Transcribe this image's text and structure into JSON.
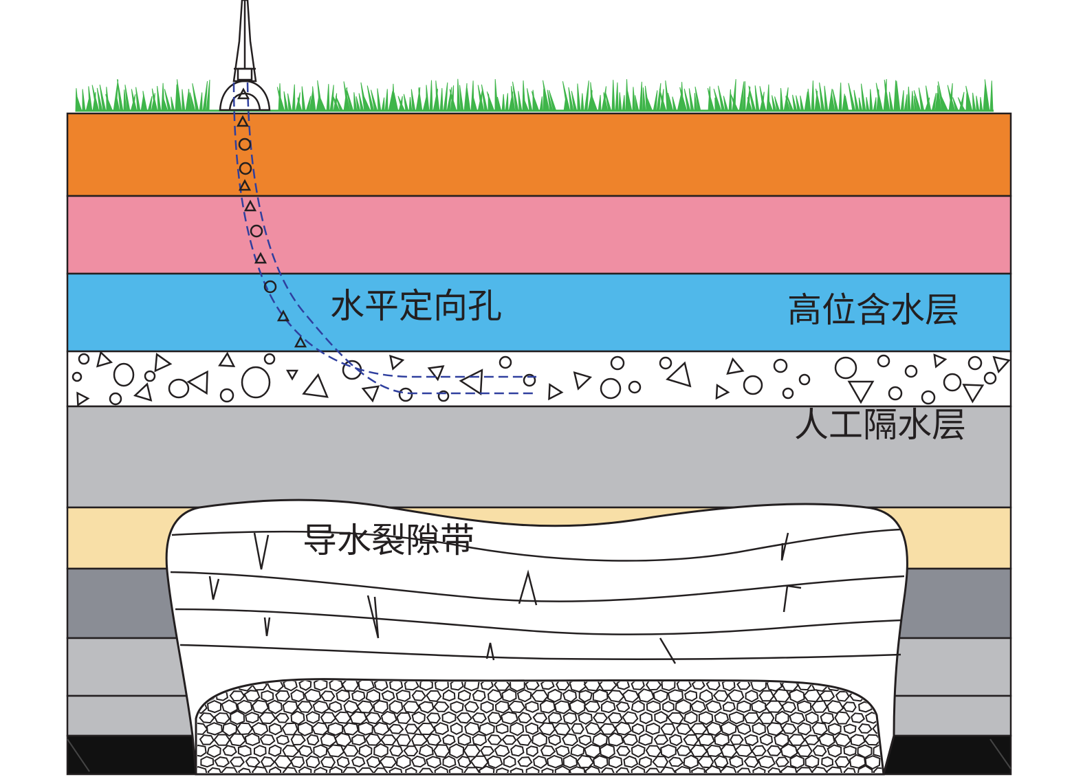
{
  "labels": {
    "borehole": "水平定向孔",
    "aquifer": "高位含水层",
    "aquiclude": "人工隔水层",
    "fracture_zone": "导水裂隙带"
  },
  "colors": {
    "grass": "#3fb54a",
    "layer_orange": "#ee832b",
    "layer_pink": "#ef8fa3",
    "layer_blue": "#50b8ea",
    "layer_gray": "#bcbdc0",
    "layer_sand": "#f8dfa7",
    "layer_dark_gray": "#8a8d95",
    "layer_coal": "#111111",
    "borehole_line": "#2f3f9e",
    "outline": "#231f20"
  }
}
